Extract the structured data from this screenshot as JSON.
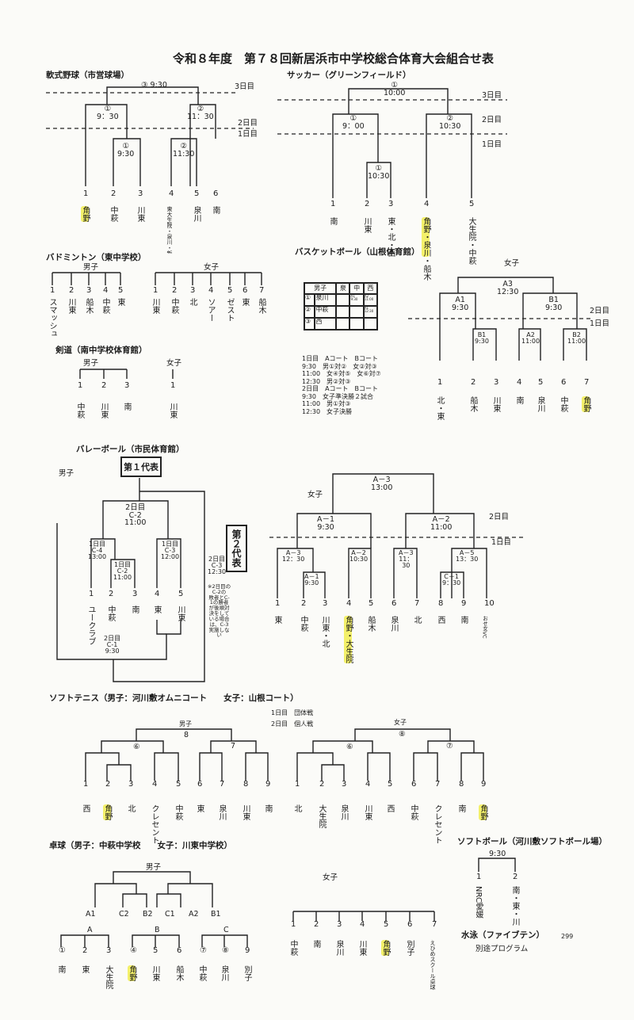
{
  "title": "令和８年度　第７８回新居浜市中学校総合体育大会組合せ表",
  "days": {
    "d1": "1日目",
    "d2": "2日目",
    "d3": "3日目"
  },
  "softball_baseball": {
    "heading": "軟式野球（市営球場）",
    "final": "③ 9:30",
    "sf1": "①\n9：30",
    "sf2": "②\n11：30",
    "r1a": "①\n9:30",
    "r1b": "②\n11:30",
    "nums": [
      "1",
      "2",
      "3",
      "4",
      "5",
      "6"
    ],
    "teams": [
      "角野",
      "中萩",
      "川東",
      "東大生院・泉川・新居浜東・大生院・船木",
      "泉川",
      "南"
    ]
  },
  "soccer": {
    "heading": "サッカー（グリーンフィールド）",
    "final": "①\n10:00",
    "sf1": "①\n9：00",
    "sf2": "②\n10:30",
    "r1": "①\n10:30",
    "nums": [
      "1",
      "2",
      "3",
      "4",
      "5"
    ],
    "teams": [
      "南",
      "川東",
      "東・北・西",
      "角野・泉川・船木",
      "大生院・中萩"
    ]
  },
  "badminton": {
    "heading": "バドミントン（東中学校）",
    "boys": "男子",
    "girls": "女子",
    "bnums": [
      "1",
      "2",
      "3",
      "4",
      "5"
    ],
    "bteams": [
      "スマッシュ",
      "川東",
      "船木",
      "中萩",
      "東"
    ],
    "gnums": [
      "1",
      "2",
      "3",
      "4",
      "5",
      "6",
      "7"
    ],
    "gteams": [
      "川東",
      "中萩",
      "北",
      "ソアー",
      "ゼスト",
      "東",
      "船木"
    ]
  },
  "kendo": {
    "heading": "剣道（南中学校体育館）",
    "boys": "男子",
    "girls": "女子",
    "bnums": [
      "1",
      "2",
      "3"
    ],
    "bteams": [
      "中萩",
      "川東",
      "南"
    ],
    "gnums": [
      "1"
    ],
    "gteams": [
      "川東"
    ]
  },
  "basketball": {
    "heading": "バスケットボール（山根体育館）",
    "girls": "女子",
    "table_head": [
      "男子",
      "泉",
      "中",
      "西"
    ],
    "table_rows": [
      [
        "①",
        "泉川",
        "",
        "A1\n9:30",
        "A2\n11:00"
      ],
      [
        "②",
        "中萩",
        "",
        "",
        "A1\n12:30"
      ],
      [
        "③",
        "西",
        "",
        "",
        ""
      ]
    ],
    "schedule": [
      "1日目　Aコート　Bコート",
      "9:30　男①対②　女②対③",
      "11:00　女④対⑤　女⑥対⑦",
      "12:30　男②対③",
      "2日目　Aコート　Bコート",
      "9:30　女子準決勝２試合",
      "11:00　男①対③",
      "12:30　女子決勝"
    ],
    "final": "A3\n12:30",
    "sf1": "A1\n9:30",
    "sf2": "B1\n9:30",
    "q1": "B1\n9:30",
    "q2": "A2\n11:00",
    "q3": "B2\n11:00",
    "nums": [
      "1",
      "2",
      "3",
      "4",
      "5",
      "6",
      "7"
    ],
    "teams": [
      "北・東",
      "船木",
      "川東",
      "南",
      "泉川",
      "中萩",
      "角野"
    ]
  },
  "volleyball": {
    "heading": "バレーボール（市民体育館）",
    "boys": "男子",
    "girls": "女子",
    "rep1": "第１代表",
    "rep2": "第２代表",
    "bfinal": "2日目\nC-2\n11:00",
    "bc4": "1日目\nC-4\n13:00",
    "bc3": "1日目\nC-3\n12:00",
    "bc2": "1日目\nC-2\n11:00",
    "bc1": "2日目\nC-1\n9:30",
    "rep2_note": "2日目\nC-3\n12:30",
    "note": "※2日目の\nC-2の\n敗者とC-\n1の勝者\nが後順対\n決をして\nいる場合\nは、C-3\n実施しな\nい",
    "bnums": [
      "1",
      "2",
      "3",
      "4",
      "5"
    ],
    "bteams": [
      "ユークラブ",
      "中萩",
      "南",
      "東",
      "川東"
    ],
    "gfinal": "A－3\n13:00",
    "ga1": "A－1\n9:30",
    "ga2": "A－2\n11:00",
    "g3": "A－3\n12：30",
    "g2": "A－2\n10:30",
    "g3b": "A－3\n11：\n30",
    "g5": "A－5\n13：30",
    "g1": "A－1\n9:30",
    "gc1": "C－1\n9：30",
    "gnums": [
      "1",
      "2",
      "3",
      "4",
      "5",
      "6",
      "7",
      "8",
      "9",
      "10"
    ],
    "gteams": [
      "東",
      "中萩",
      "川東・北",
      "角野・大生院",
      "船木",
      "泉川",
      "北",
      "西",
      "南",
      "おせ女VC"
    ]
  },
  "soft_tennis": {
    "heading": "ソフトテニス（男子：河川敷オムニコート　　女子：山根コート）",
    "legend1": "1日目　団体戦",
    "legend2": "2日目　個人戦",
    "boys": "男子",
    "girls": "女子",
    "bfinal": "8",
    "bsemi1": "⑥",
    "bsemi2": "7",
    "bnums": [
      "1",
      "2",
      "3",
      "4",
      "5",
      "6",
      "7",
      "8",
      "9"
    ],
    "bteams": [
      "西",
      "角野",
      "北",
      "クレセント",
      "中萩",
      "東",
      "泉川",
      "川東",
      "南"
    ],
    "gfinal": "⑧",
    "gsemi1": "⑥",
    "gsemi2": "⑦",
    "gnums": [
      "1",
      "2",
      "3",
      "4",
      "5",
      "6",
      "7",
      "8",
      "9"
    ],
    "gteams": [
      "北",
      "大生院",
      "泉川",
      "川東",
      "西",
      "中萩",
      "クレセント",
      "南",
      "角野"
    ]
  },
  "table_tennis": {
    "heading": "卓球（男子：中萩中学校　　女子：川東中学校）",
    "boys": "男子",
    "girls": "女子",
    "bracket": [
      "A1",
      "C2",
      "B2",
      "C1",
      "A2",
      "B1"
    ],
    "groups": [
      "A",
      "B",
      "C"
    ],
    "bnums": [
      "①",
      "2",
      "3",
      "④",
      "5",
      "6",
      "⑦",
      "⑧",
      "9"
    ],
    "bteams": [
      "南",
      "東",
      "大生院",
      "角野",
      "川東",
      "船木",
      "中萩",
      "泉川",
      "別子"
    ],
    "gnums": [
      "1",
      "2",
      "3",
      "4",
      "5",
      "6",
      "7"
    ],
    "gteams": [
      "中萩",
      "南",
      "泉川",
      "川東",
      "角野",
      "別子",
      "えひめスクール卓球"
    ]
  },
  "softball": {
    "heading": "ソフトボール（河川敷ソフトボール場）",
    "final": "9:30",
    "nums": [
      "1",
      "2"
    ],
    "teams": [
      "NRC愛媛",
      "南・東・川"
    ]
  },
  "swimming": {
    "heading": "水泳（ファイブテン）",
    "text": "別途プログラム"
  },
  "page_no": "299"
}
